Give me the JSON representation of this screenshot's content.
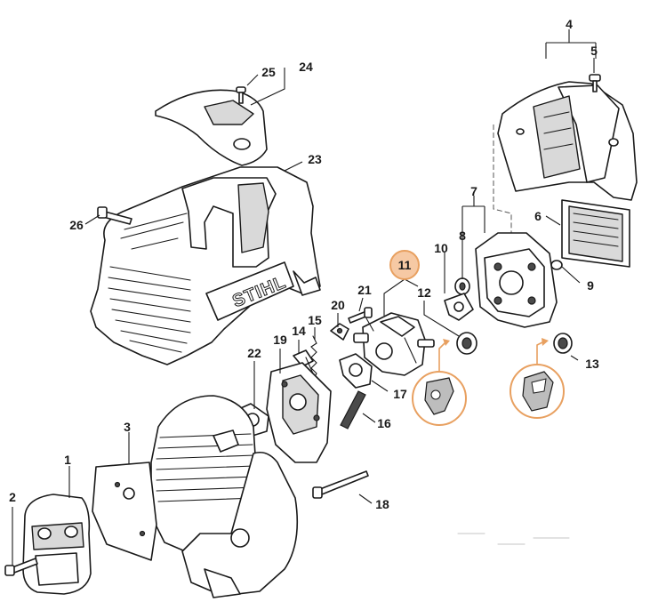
{
  "diagram": {
    "brand_text": "STIHL",
    "highlight_color": "#e8a060",
    "highlight_fill": "#f6c9a4",
    "callouts": [
      "1",
      "2",
      "3",
      "4",
      "5",
      "6",
      "7",
      "8",
      "9",
      "10",
      "11",
      "12",
      "13",
      "14",
      "15",
      "16",
      "17",
      "18",
      "19",
      "20",
      "21",
      "22",
      "23",
      "24",
      "25",
      "26"
    ]
  }
}
